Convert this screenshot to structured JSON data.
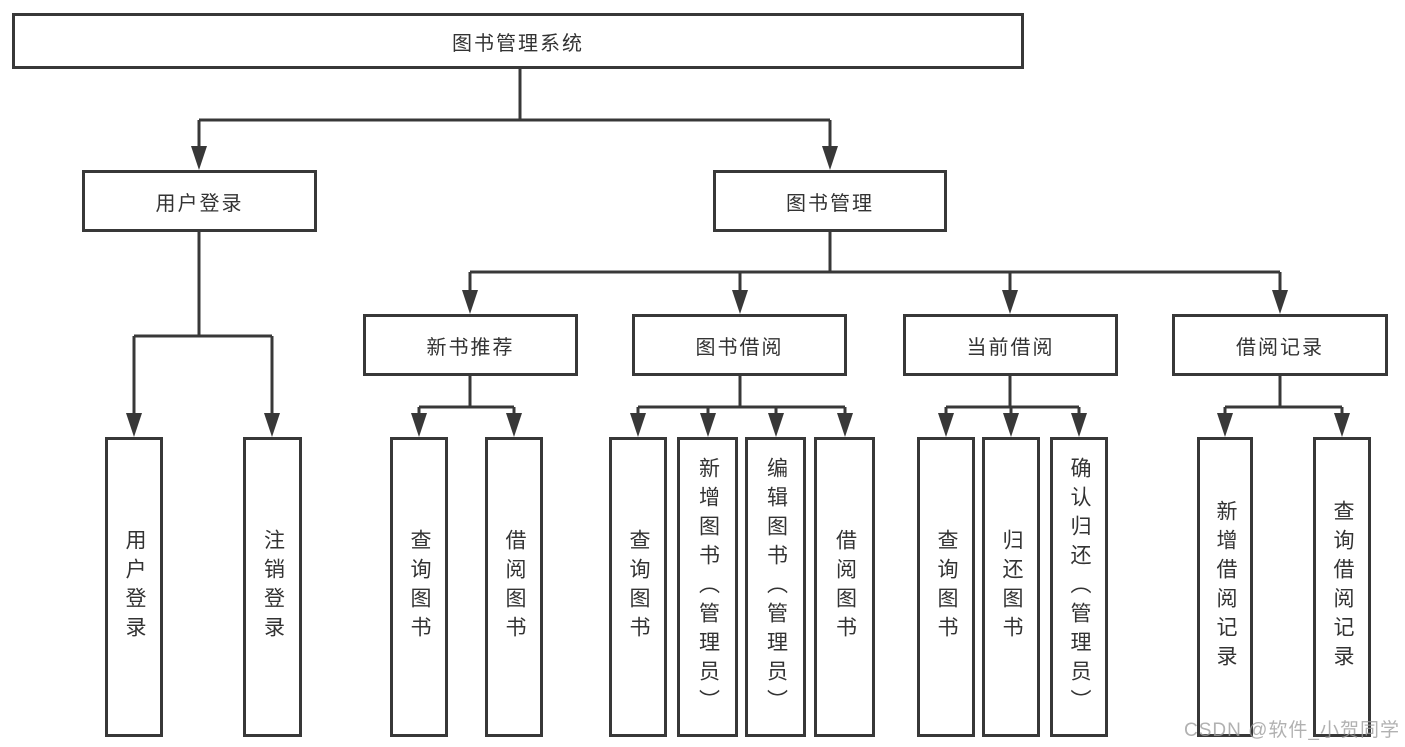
{
  "title": "图书管理系统",
  "tree": {
    "root": {
      "label": "图书管理系统"
    },
    "children": [
      {
        "label": "用户登录",
        "children": [
          {
            "label": "用户登录"
          },
          {
            "label": "注销登录"
          }
        ]
      },
      {
        "label": "图书管理",
        "children": [
          {
            "label": "新书推荐",
            "children": [
              {
                "label": "查询图书"
              },
              {
                "label": "借阅图书"
              }
            ]
          },
          {
            "label": "图书借阅",
            "children": [
              {
                "label": "查询图书"
              },
              {
                "label": "新增图书（管理员）"
              },
              {
                "label": "编辑图书（管理员）"
              },
              {
                "label": "借阅图书"
              }
            ]
          },
          {
            "label": "当前借阅",
            "children": [
              {
                "label": "查询图书"
              },
              {
                "label": "归还图书"
              },
              {
                "label": "确认归还（管理员）"
              }
            ]
          },
          {
            "label": "借阅记录",
            "children": [
              {
                "label": "新增借阅记录"
              },
              {
                "label": "查询借阅记录"
              }
            ]
          }
        ]
      }
    ]
  },
  "watermark": {
    "text": "CSDN @软件_小贺同学"
  },
  "colors": {
    "line": "#383838",
    "border": "#383838",
    "text": "#333333",
    "background": "#ffffff",
    "watermark": "#9e9e9e"
  }
}
